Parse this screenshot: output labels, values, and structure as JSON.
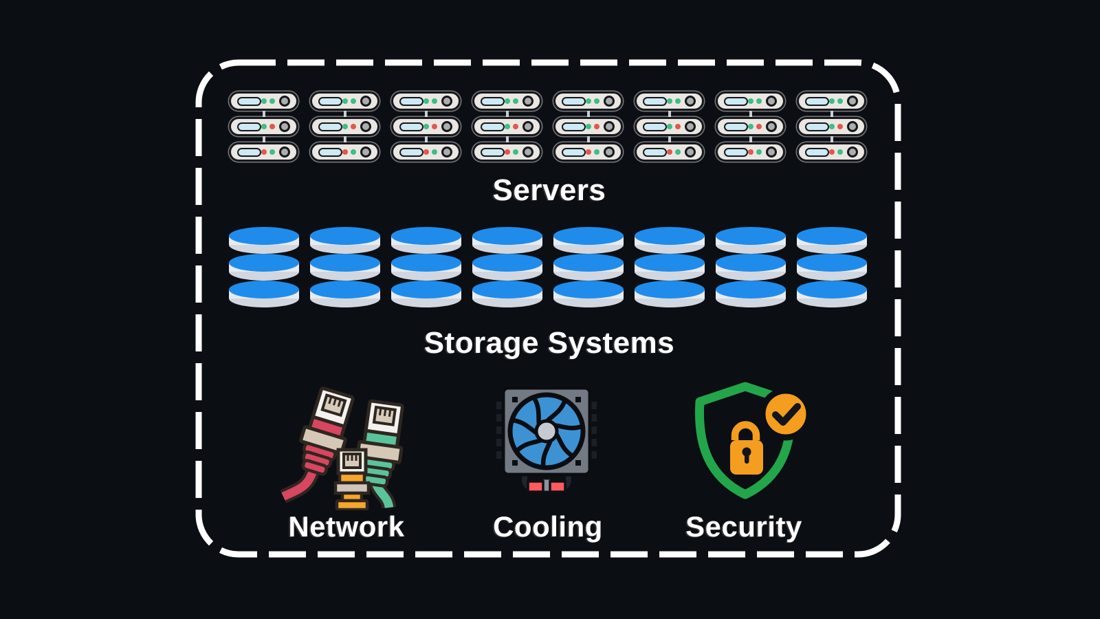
{
  "boundary": {
    "stroke": "#ffffff"
  },
  "servers": {
    "label": "Servers",
    "columns": 8,
    "rows": 3,
    "status_pattern": [
      [
        "ok",
        "ok"
      ],
      [
        "ok",
        "alert"
      ],
      [
        "alert",
        "ok"
      ]
    ]
  },
  "storage": {
    "label": "Storage Systems",
    "count": 8
  },
  "facilities": [
    {
      "id": "network",
      "label": "Network"
    },
    {
      "id": "cooling",
      "label": "Cooling"
    },
    {
      "id": "security",
      "label": "Security"
    }
  ],
  "colors": {
    "background": "#0b0e13",
    "ok": "#3fbd85",
    "alert": "#e2574c",
    "storage_blue": "#1f8ceb",
    "storage_body": "#e8ebf1",
    "storage_shadow": "#d2d7df",
    "cable_red": "#d8465f",
    "cable_green": "#5ac39b",
    "cable_orange": "#f5a72e",
    "connector_tan": "#d5c8b6",
    "fan_blue": "#3d92d4",
    "fan_frame": "#737a83",
    "foot_red": "#ff5a60",
    "shield_green": "#23a54a",
    "lock_orange": "#f59d1e",
    "outline_dark": "#2e2620"
  }
}
